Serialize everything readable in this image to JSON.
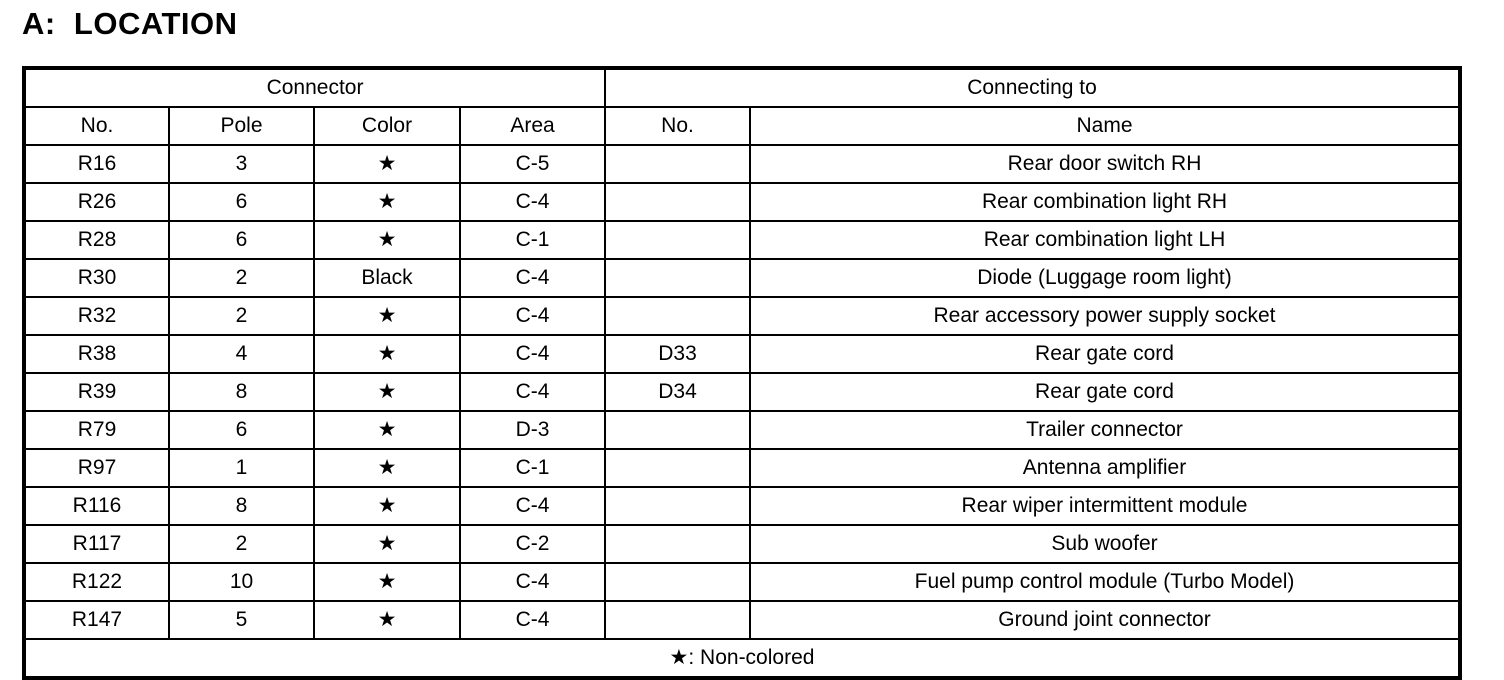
{
  "page": {
    "title": "A:  LOCATION"
  },
  "table": {
    "group_headers": [
      {
        "label": "Connector",
        "span": 4
      },
      {
        "label": "Connecting to",
        "span": 2
      }
    ],
    "columns": [
      {
        "key": "no",
        "label": "No."
      },
      {
        "key": "pole",
        "label": "Pole"
      },
      {
        "key": "color",
        "label": "Color"
      },
      {
        "key": "area",
        "label": "Area"
      },
      {
        "key": "conn_no",
        "label": "No."
      },
      {
        "key": "conn_name",
        "label": "Name"
      }
    ],
    "rows": [
      {
        "no": "R16",
        "pole": "3",
        "color": "★",
        "area": "C-5",
        "conn_no": "",
        "conn_name": "Rear door switch RH"
      },
      {
        "no": "R26",
        "pole": "6",
        "color": "★",
        "area": "C-4",
        "conn_no": "",
        "conn_name": "Rear combination light RH"
      },
      {
        "no": "R28",
        "pole": "6",
        "color": "★",
        "area": "C-1",
        "conn_no": "",
        "conn_name": "Rear combination light LH"
      },
      {
        "no": "R30",
        "pole": "2",
        "color": "Black",
        "area": "C-4",
        "conn_no": "",
        "conn_name": "Diode (Luggage room light)"
      },
      {
        "no": "R32",
        "pole": "2",
        "color": "★",
        "area": "C-4",
        "conn_no": "",
        "conn_name": "Rear accessory power supply socket"
      },
      {
        "no": "R38",
        "pole": "4",
        "color": "★",
        "area": "C-4",
        "conn_no": "D33",
        "conn_name": "Rear gate cord"
      },
      {
        "no": "R39",
        "pole": "8",
        "color": "★",
        "area": "C-4",
        "conn_no": "D34",
        "conn_name": "Rear gate cord"
      },
      {
        "no": "R79",
        "pole": "6",
        "color": "★",
        "area": "D-3",
        "conn_no": "",
        "conn_name": "Trailer connector"
      },
      {
        "no": "R97",
        "pole": "1",
        "color": "★",
        "area": "C-1",
        "conn_no": "",
        "conn_name": "Antenna amplifier"
      },
      {
        "no": "R116",
        "pole": "8",
        "color": "★",
        "area": "C-4",
        "conn_no": "",
        "conn_name": "Rear wiper intermittent module"
      },
      {
        "no": "R117",
        "pole": "2",
        "color": "★",
        "area": "C-2",
        "conn_no": "",
        "conn_name": "Sub woofer"
      },
      {
        "no": "R122",
        "pole": "10",
        "color": "★",
        "area": "C-4",
        "conn_no": "",
        "conn_name": "Fuel pump control module (Turbo Model)"
      },
      {
        "no": "R147",
        "pole": "5",
        "color": "★",
        "area": "C-4",
        "conn_no": "",
        "conn_name": "Ground joint connector"
      }
    ],
    "footnote": "★: Non-colored"
  }
}
